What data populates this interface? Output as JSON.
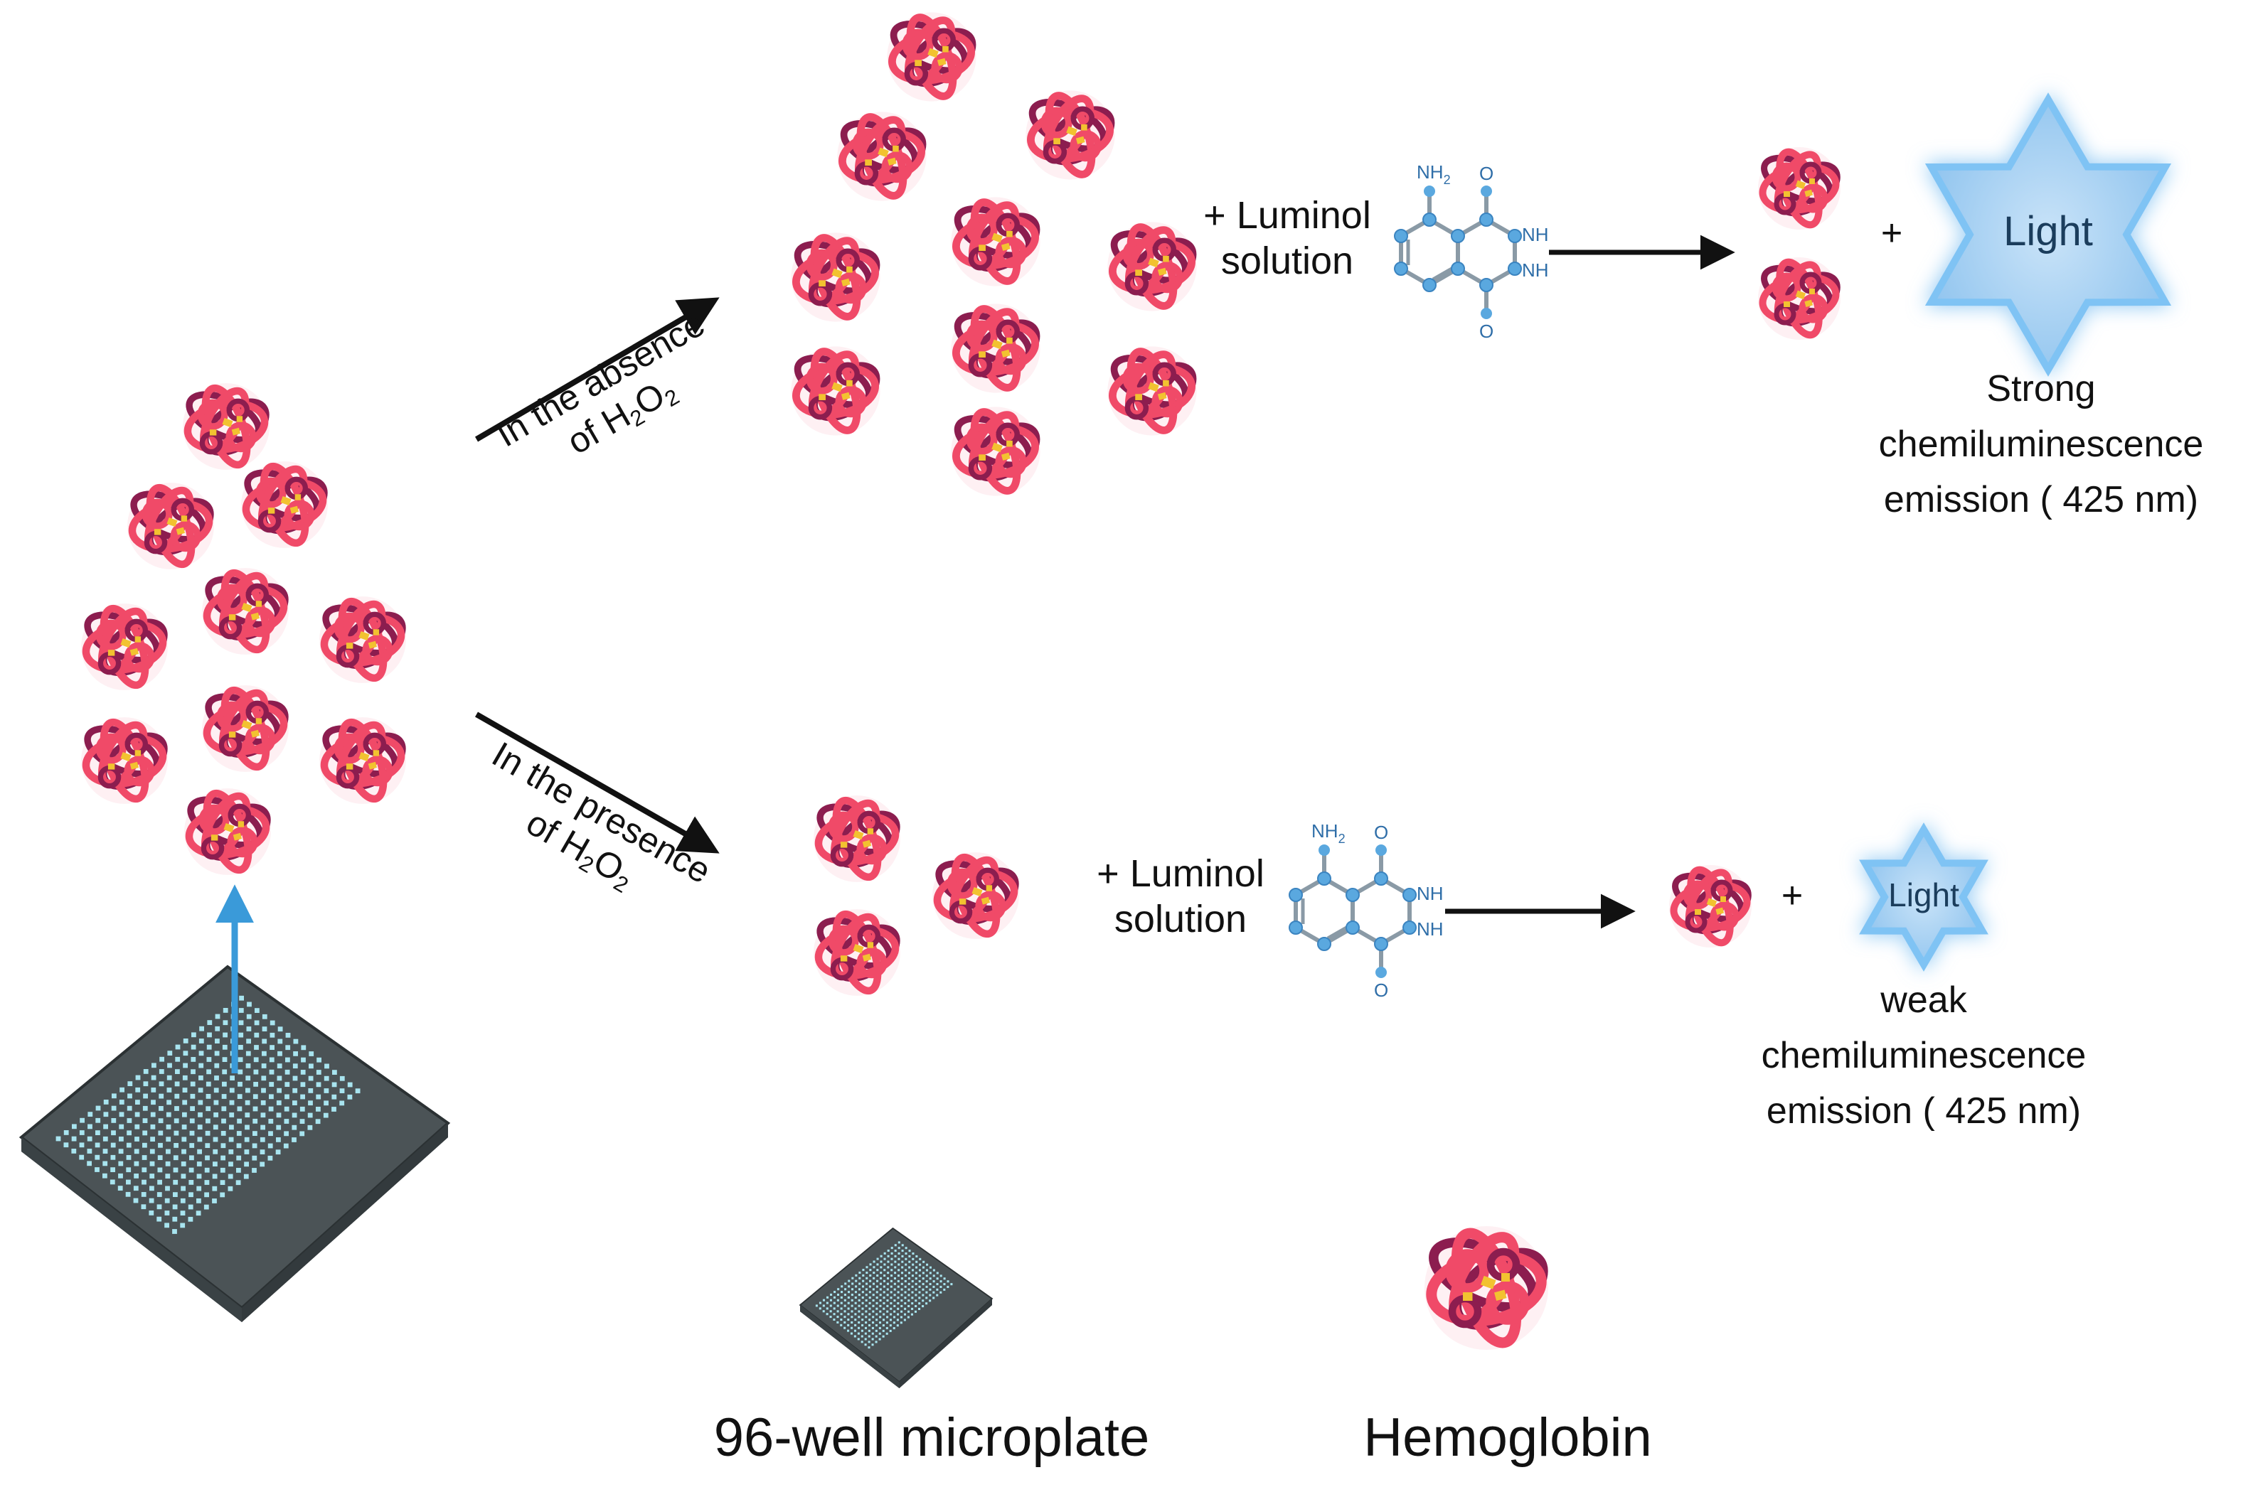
{
  "colors": {
    "hemoglobin_ring": "#f04a68",
    "hemoglobin_dark": "#8c1d4f",
    "heme": "#f2c230",
    "plate_body": "#4b5356",
    "plate_well": "#a8e4ef",
    "arrow": "#111111",
    "up_arrow": "#3a9ad9",
    "star_fill": "#a9d1f2",
    "star_glow": "#7fc3f4",
    "molecule": "#5aa8df",
    "molecule_label": "#2f6ea8"
  },
  "top_branch": {
    "condition_line1": "In the absence",
    "condition_line2_prefix": "of H",
    "condition_line2_mid": "O",
    "sub2": "2",
    "reagent_line1": "+ Luminol",
    "reagent_line2": "solution",
    "plus": "+",
    "star_label": "Light",
    "result_line1": "Strong",
    "result_line2": "chemiluminescence",
    "result_line3": "emission ( 425 nm)"
  },
  "bottom_branch": {
    "condition_line1": "In the presence",
    "condition_line2_prefix": "of H",
    "condition_line2_mid": "O",
    "sub2": "2",
    "reagent_line1": "+ Luminol",
    "reagent_line2": "solution",
    "plus": "+",
    "star_label": "Light",
    "result_line1": "weak",
    "result_line2": "chemiluminescence",
    "result_line3": "emission ( 425 nm)"
  },
  "molecule": {
    "amine": "NH",
    "amine_sub": "2",
    "nh": "NH",
    "oxygen": "O"
  },
  "legend": {
    "plate_label": "96-well microplate",
    "hemoglobin_label": "Hemoglobin"
  }
}
